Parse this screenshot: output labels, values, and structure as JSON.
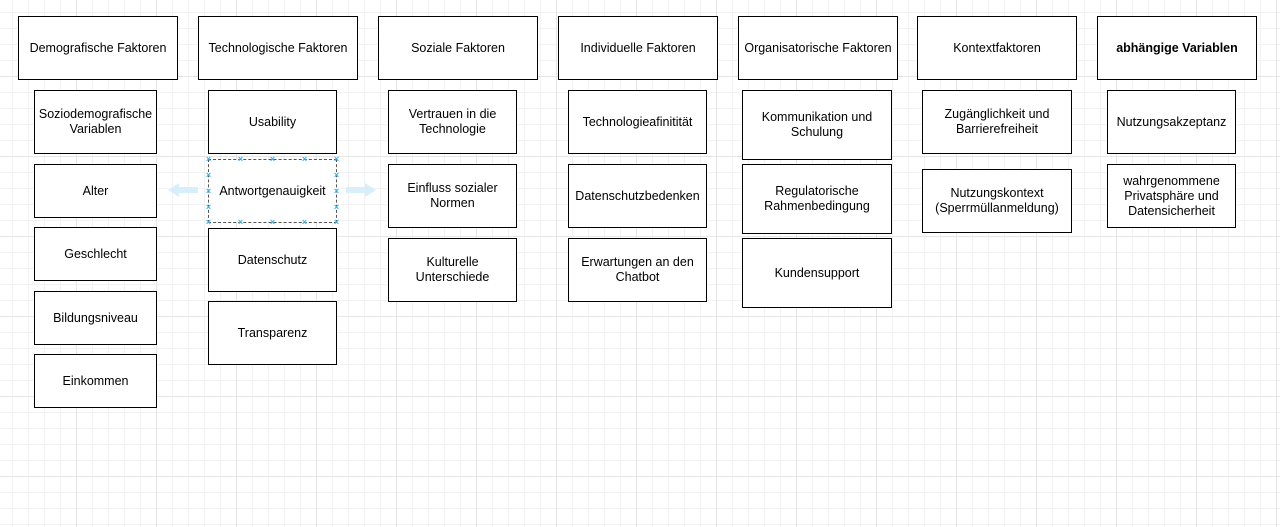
{
  "colors": {
    "grid": "#e6e6e6",
    "border": "#000000",
    "selection": "#29b6f2",
    "arrow_hint": "#d9eefb"
  },
  "headers": [
    {
      "label": "Demografische Faktoren"
    },
    {
      "label": "Technologische Faktoren"
    },
    {
      "label": "Soziale Faktoren"
    },
    {
      "label": "Individuelle Faktoren"
    },
    {
      "label": "Organisatorische Faktoren"
    },
    {
      "label": "Kontextfaktoren"
    },
    {
      "label": "abhängige Variablen"
    }
  ],
  "demografisch": [
    "Soziodemografische\nVariablen",
    "Alter",
    "Geschlecht",
    "Bildungsniveau",
    "Einkommen"
  ],
  "technologisch": [
    "Usability",
    "Antwortgenauigkeit",
    "Datenschutz",
    "Transparenz"
  ],
  "sozial": [
    "Vertrauen in die\nTechnologie",
    "Einfluss sozialer\nNormen",
    "Kulturelle\nUnterschiede"
  ],
  "individuell": [
    "Technologieafinitität",
    "Datenschutzbedenken",
    "Erwartungen an den\nChatbot"
  ],
  "organisatorisch": [
    "Kommunikation und\nSchulung",
    "Regulatorische\nRahmenbedingung",
    "Kundensupport"
  ],
  "kontext": [
    "Zugänglichkeit und\nBarrierefreiheit",
    "Nutzungskontext\n(Sperrmüllanmeldung)"
  ],
  "abhaengig": [
    "Nutzungsakzeptanz",
    "wahrgenommene\nPrivatsphäre und\nDatensicherheit"
  ],
  "selection": {
    "selected_item": "Antwortgenauigkeit",
    "handle_icon": "×"
  }
}
